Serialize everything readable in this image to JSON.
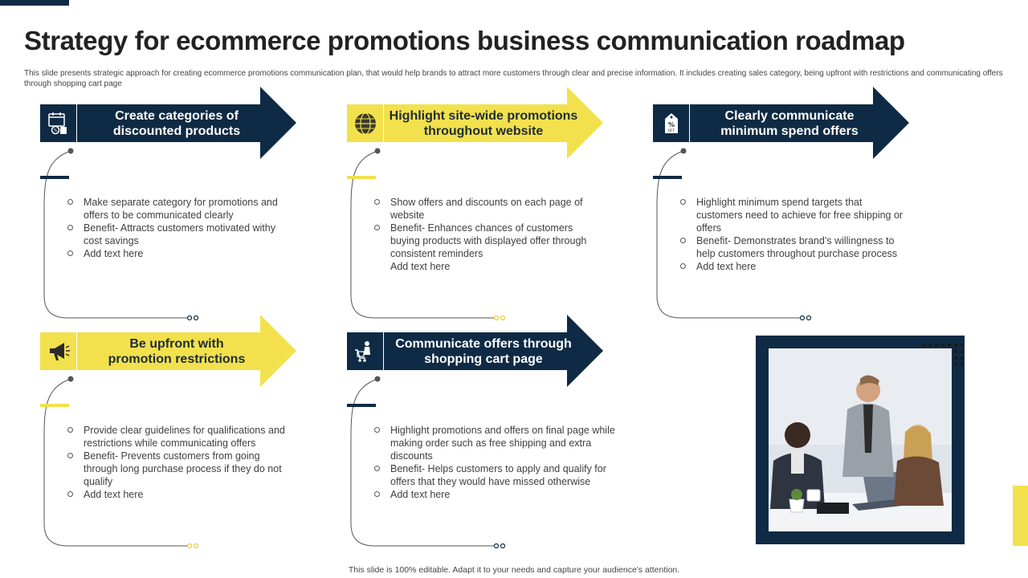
{
  "title": "Strategy for ecommerce promotions business communication roadmap",
  "subtitle": "This slide presents strategic approach for creating ecommerce promotions communication plan, that would help brands to attract more customers through clear and precise information. It includes creating sales category, being upfront with restrictions and communicating offers through shopping cart page",
  "footer": "This slide is 100% editable. Adapt it to your needs and capture your audience's attention.",
  "colors": {
    "dark": "#0f2a44",
    "yellow": "#f2e14c",
    "line": "#555555"
  },
  "steps": [
    {
      "title_line1": "Create categories of",
      "title_line2": "discounted products",
      "theme": "dark",
      "icon": "calendar-discount-icon",
      "bullets": [
        "Make separate category for promotions and offers to be communicated clearly",
        "Benefit- Attracts customers motivated withy cost savings",
        "Add text here"
      ]
    },
    {
      "title_line1": "Highlight site-wide promotions",
      "title_line2": "throughout website",
      "theme": "yellow",
      "icon": "globe-icon",
      "bullets": [
        "Show offers and discounts on each page of website",
        "Benefit- Enhances chances of customers buying products with displayed offer through consistent reminders",
        "Add text here"
      ]
    },
    {
      "title_line1": "Clearly communicate",
      "title_line2": "minimum spend offers",
      "theme": "dark",
      "icon": "percent-tag-icon",
      "bullets": [
        "Highlight minimum spend targets that customers need to achieve for free shipping or offers",
        "Benefit- Demonstrates brand’s willingness to help customers throughout purchase process",
        "Add text here"
      ]
    },
    {
      "title_line1": "Be upfront with",
      "title_line2": "promotion restrictions",
      "theme": "yellow",
      "icon": "megaphone-icon",
      "bullets": [
        "Provide clear guidelines for qualifications and restrictions while communicating offers",
        "Benefit- Prevents customers from going through long purchase process if they do not qualify",
        "Add text here"
      ]
    },
    {
      "title_line1": "Communicate offers through",
      "title_line2": "shopping cart page",
      "theme": "dark",
      "icon": "shopping-cart-icon",
      "bullets": [
        "Highlight promotions and offers on final page while making order such as free shipping and extra discounts",
        "Benefit- Helps customers to apply and qualify for offers that they would have missed otherwise",
        "Add text here"
      ]
    }
  ],
  "photo": {
    "icon": "team-meeting-photo"
  }
}
